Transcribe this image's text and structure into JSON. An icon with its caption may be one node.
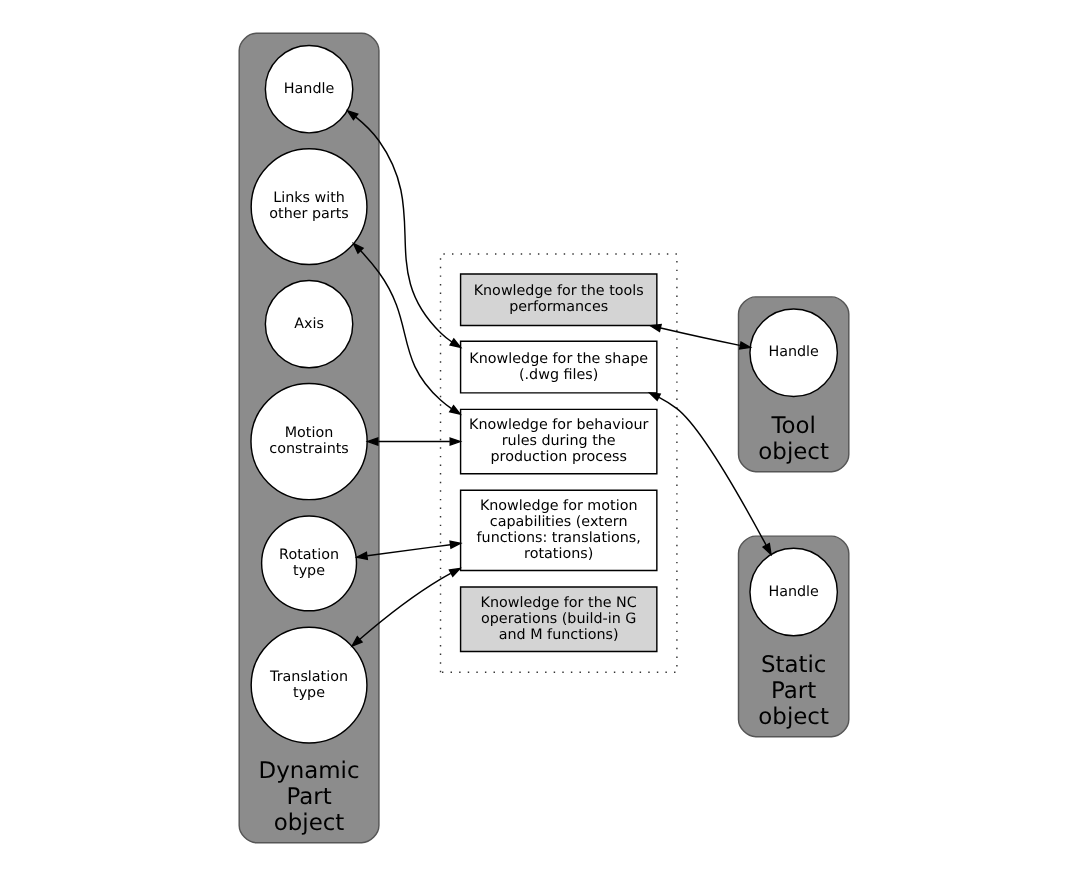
{
  "diagram": {
    "nodes": [
      {
        "text": [
          "Dynamic Part object"
        ]
      },
      {
        "text": [
          "Handle"
        ],
        "in": 0
      },
      {
        "text": [
          "Links with other parts"
        ],
        "in": 0
      },
      {
        "text": [
          "Axis"
        ],
        "in": 0
      },
      {
        "text": [
          "Motion constraints"
        ],
        "in": 0
      },
      {
        "text": [
          "Rotation type"
        ],
        "in": 0
      },
      {
        "text": [
          "Translation type"
        ],
        "in": 0
      },
      {
        "text": [],
        "shape": "box"
      },
      {
        "text": [
          "Knowledge for the tools performances"
        ],
        "in": 7
      },
      {
        "text": [
          "Knowledge for the shape (.dwg files)"
        ],
        "in": 7
      },
      {
        "text": [
          "Knowledge for behaviour rules during the production process"
        ],
        "in": 7
      },
      {
        "text": [
          "Knowledge for motion capabilities (extern functions: translations, rotations)"
        ],
        "in": 7
      },
      {
        "text": [
          "Knowledge for the NC operations (build-in G and M functions)"
        ],
        "in": 7
      },
      {
        "text": [
          "Tool object"
        ]
      },
      {
        "text": [
          "Handle"
        ],
        "in": 13
      },
      {
        "text": [
          "Static Part object"
        ]
      },
      {
        "text": [
          "Handle"
        ],
        "in": 15
      }
    ],
    "edges": [
      {
        "from": 1,
        "to": 9,
        "arrow": "both"
      },
      {
        "from": 2,
        "to": 10,
        "arrow": "both"
      },
      {
        "from": 4,
        "to": 10,
        "arrow": "both"
      },
      {
        "from": 5,
        "to": 11,
        "arrow": "both"
      },
      {
        "from": 6,
        "to": 11,
        "arrow": "both"
      },
      {
        "from": 14,
        "to": 8,
        "arrow": "both"
      },
      {
        "from": 16,
        "to": 9,
        "arrow": "both"
      }
    ]
  }
}
